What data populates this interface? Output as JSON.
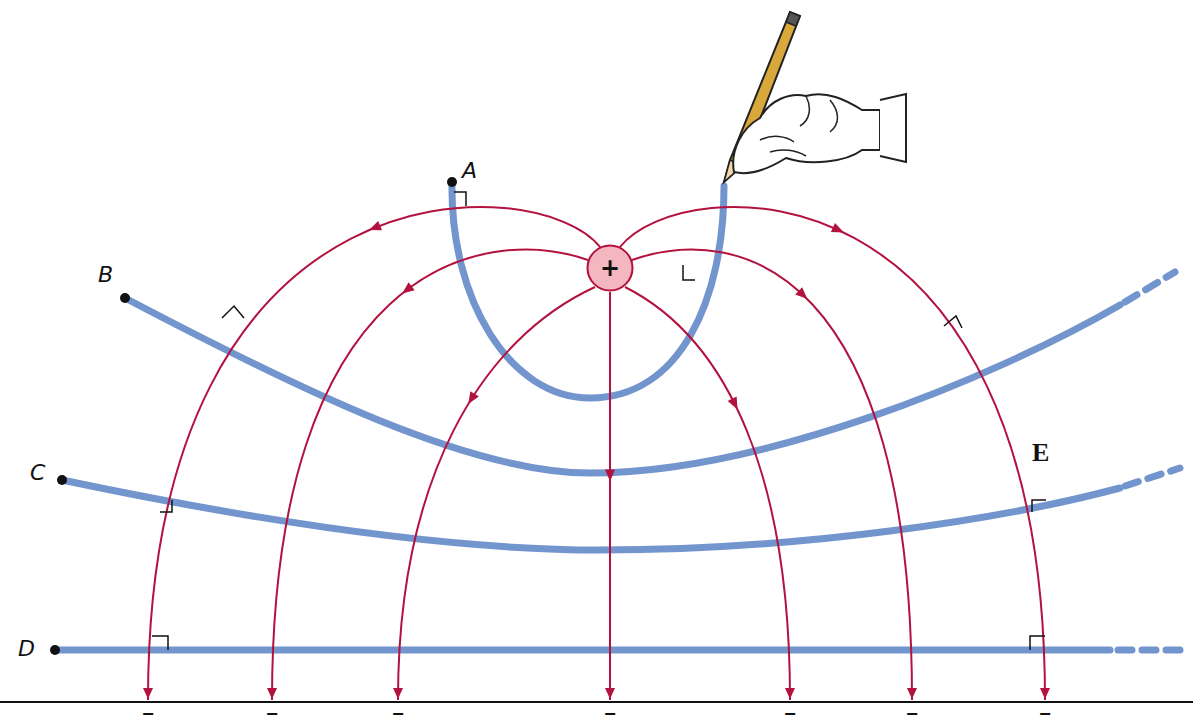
{
  "diagram": {
    "nodes": [
      {
        "text": [
          "+"
        ]
      }
    ],
    "labels": [
      "A",
      "B",
      "C",
      "D",
      "E",
      "−",
      "−",
      "−",
      "−",
      "−",
      "−",
      "−"
    ]
  }
}
